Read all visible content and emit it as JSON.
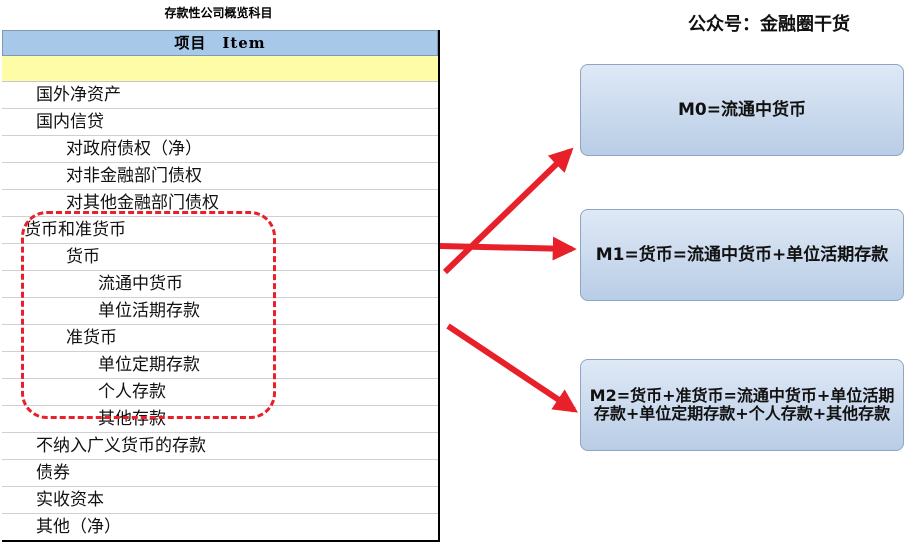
{
  "table": {
    "title": "存款性公司概览科目",
    "header_label": "项目　Item",
    "rows": [
      "国外净资产",
      "国内信贷",
      "对政府债权（净）",
      "对非金融部门债权",
      "对其他金融部门债权",
      "货币和准货币",
      "货币",
      "流通中货币",
      "单位活期存款",
      "准货币",
      "单位定期存款",
      "个人存款",
      "其他存款",
      "不纳入广义货币的存款",
      "债券",
      "实收资本",
      "其他（净）"
    ]
  },
  "watermark": "公众号：金融圈干货",
  "boxes": {
    "m0": "M0=流通中货币",
    "m1": "M1=货币=流通中货币+单位活期存款",
    "m2": "M2=货币+准货币=流通中货币+单位活期存款+单位定期存款+个人存款+其他存款"
  },
  "colors": {
    "header_blue": "#a8c8ea",
    "header_yellow": "#fefca6",
    "highlight_red": "#e8202a",
    "box_fill": "#c7d7ec"
  }
}
